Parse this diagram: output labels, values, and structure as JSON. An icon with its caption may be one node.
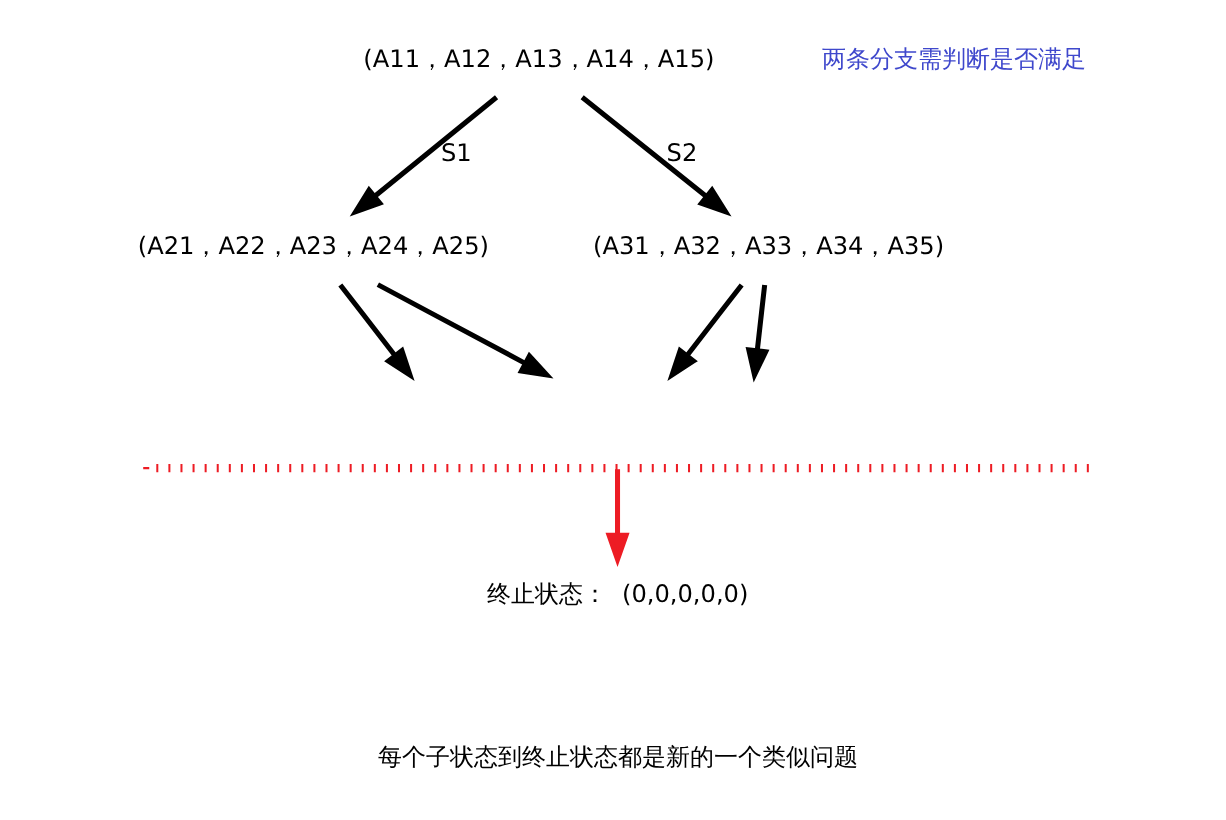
{
  "diagram": {
    "nodes": [
      {
        "text": [
          "(A11，A12，A13，A14，A15)"
        ]
      },
      {
        "text": [
          "(A21，A22，A23，A24，A25)"
        ]
      },
      {
        "text": [
          "(A31，A32，A33，A34，A35)"
        ]
      },
      {
        "text": [],
        "shape": "line"
      },
      {
        "text": [
          "终止状态：",
          "(0,0,0,0,0)"
        ]
      }
    ],
    "edges": [
      {
        "from": 0,
        "to": 1,
        "label": "S1",
        "arrow": "to"
      },
      {
        "from": 0,
        "to": 2,
        "label": "S2",
        "arrow": "to"
      },
      {
        "from": 1,
        "to": null,
        "arrow": "to"
      },
      {
        "from": 1,
        "to": null,
        "arrow": "to"
      },
      {
        "from": 2,
        "to": null,
        "arrow": "to"
      },
      {
        "from": 2,
        "to": null,
        "arrow": "to"
      },
      {
        "from": 3,
        "to": 4,
        "arrow": "to",
        "color": "#ed1c24"
      }
    ],
    "labels": [
      "两条分支需判断是否满足",
      "每个子状态到终止状态都是新的一个类似问题"
    ]
  }
}
